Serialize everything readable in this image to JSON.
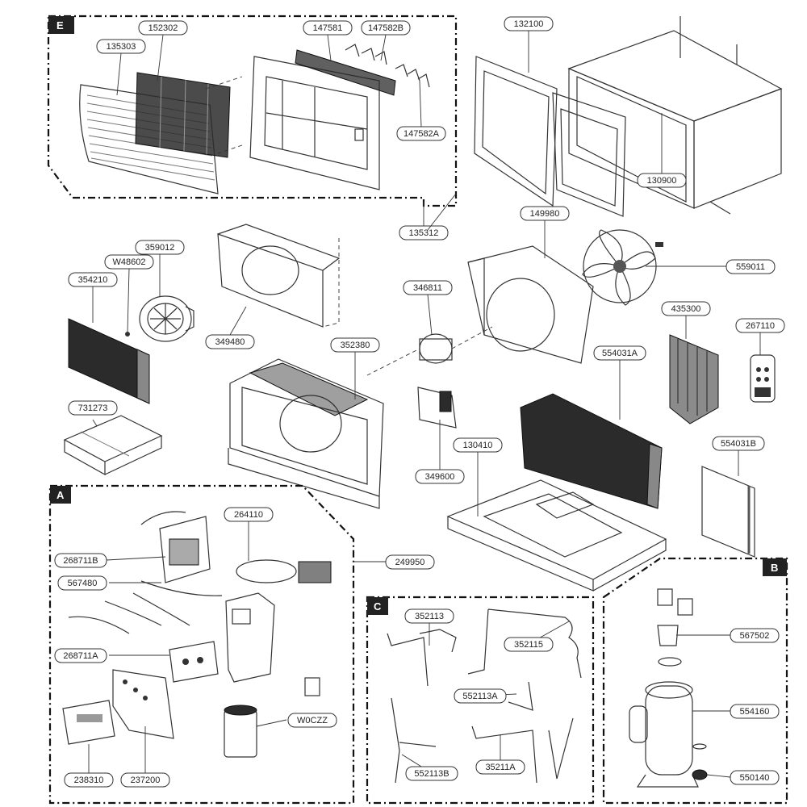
{
  "sections": {
    "E": "E",
    "A": "A",
    "B": "B",
    "C": "C"
  },
  "parts": {
    "p152302": "152302",
    "p147581": "147581",
    "p147582B": "147582B",
    "p135303": "135303",
    "p147582A": "147582A",
    "p135312": "135312",
    "p132100": "132100",
    "p130900": "130900",
    "p359012": "359012",
    "pW48602": "W48602",
    "p354210": "354210",
    "p349480": "349480",
    "p149980": "149980",
    "p559011": "559011",
    "p346811": "346811",
    "p352380": "352380",
    "p435300": "435300",
    "p267110": "267110",
    "p554031A": "554031A",
    "p731273": "731273",
    "p554031B": "554031B",
    "p349600": "349600",
    "p130410": "130410",
    "p264110": "264110",
    "p268711B": "268711B",
    "p249950": "249950",
    "p567480": "567480",
    "p268711A": "268711A",
    "pW0CZZ": "W0CZZ",
    "p238310": "238310",
    "p237200": "237200",
    "p352113": "352113",
    "p352115": "352115",
    "p552113A": "552113A",
    "p552113B": "552113B",
    "p35211A": "35211A",
    "p567502": "567502",
    "p554160": "554160",
    "p550140": "550140"
  },
  "colors": {
    "line": "#333333",
    "section_tag": "#222222",
    "background": "#ffffff"
  }
}
